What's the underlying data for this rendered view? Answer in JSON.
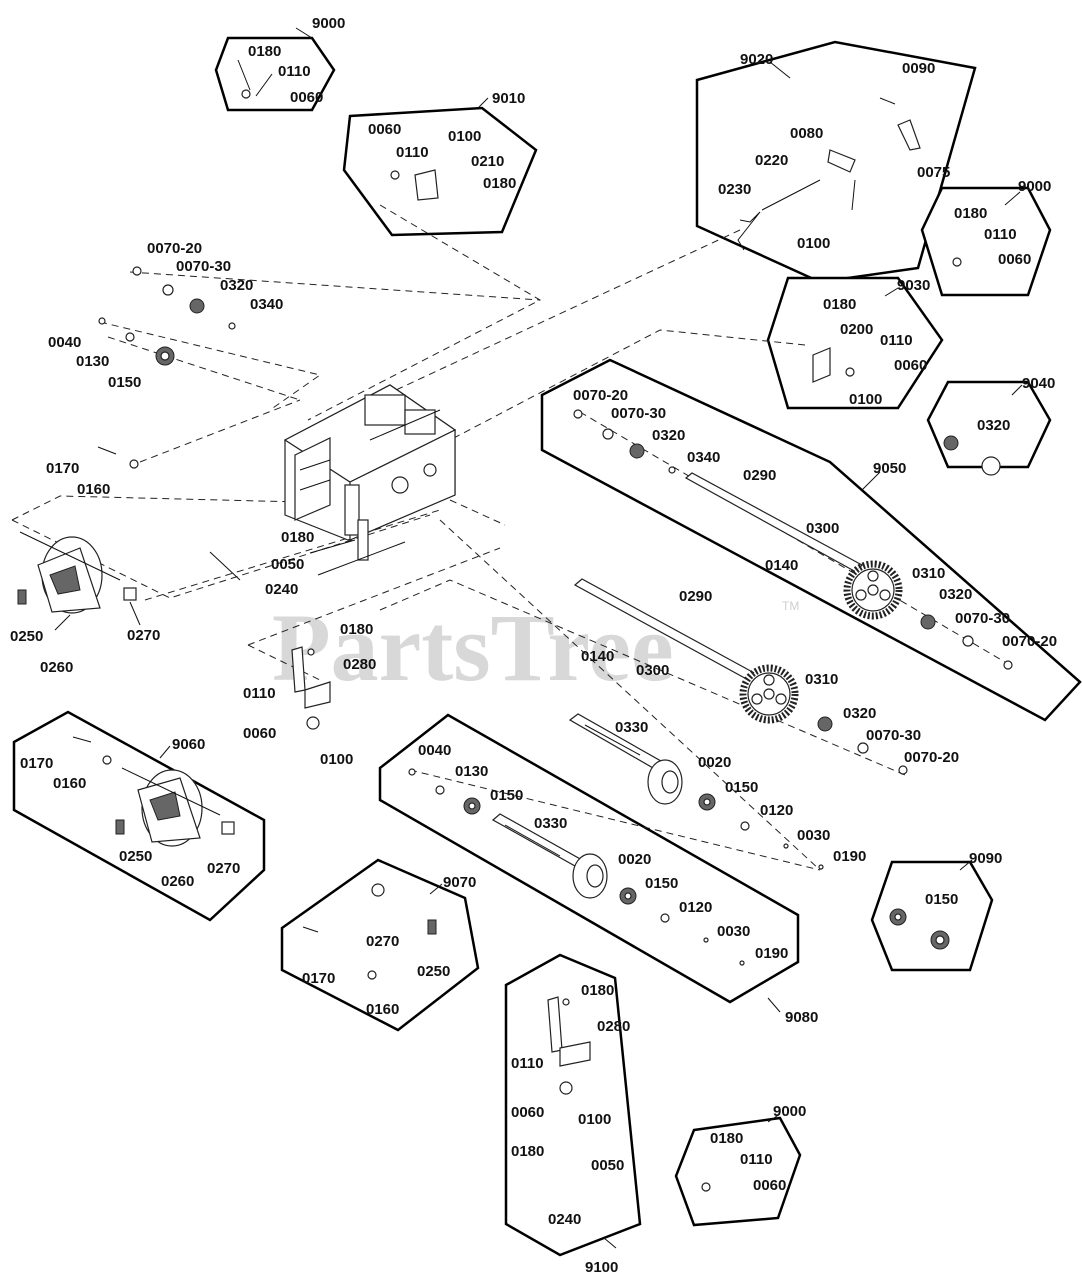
{
  "watermark": {
    "text": "PartsTree",
    "trademark": "TM"
  },
  "kits": [
    {
      "id": "kit-9000-top",
      "label": "9000",
      "parts": [
        "0180",
        "0110",
        "0060"
      ]
    },
    {
      "id": "kit-9010",
      "label": "9010",
      "parts": [
        "0060",
        "0110",
        "0100",
        "0210",
        "0180"
      ]
    },
    {
      "id": "kit-9020",
      "label": "9020",
      "parts": [
        "0090",
        "0080",
        "0220",
        "0075",
        "0230",
        "0100"
      ]
    },
    {
      "id": "kit-9000-right",
      "label": "9000",
      "parts": [
        "0180",
        "0110",
        "0060"
      ]
    },
    {
      "id": "kit-9030",
      "label": "9030",
      "parts": [
        "0180",
        "0200",
        "0110",
        "0060",
        "0100"
      ]
    },
    {
      "id": "kit-9040",
      "label": "9040",
      "parts": [
        "0320"
      ]
    },
    {
      "id": "kit-9050",
      "label": "9050",
      "parts": [
        "0070-20",
        "0070-30",
        "0320",
        "0340",
        "0290",
        "0300",
        "0140",
        "0310",
        "0320",
        "0070-30",
        "0070-20"
      ]
    },
    {
      "id": "kit-9060",
      "label": "9060",
      "parts": [
        "0170",
        "0160",
        "0250",
        "0260",
        "0270"
      ]
    },
    {
      "id": "kit-9070",
      "label": "9070",
      "parts": [
        "0270",
        "0250",
        "0170",
        "0160"
      ]
    },
    {
      "id": "kit-9080",
      "label": "9080",
      "parts": [
        "0040",
        "0130",
        "0150",
        "0330",
        "0020",
        "0150",
        "0120",
        "0030",
        "0190"
      ]
    },
    {
      "id": "kit-9090",
      "label": "9090",
      "parts": [
        "0150"
      ]
    },
    {
      "id": "kit-9100",
      "label": "9100",
      "parts": [
        "0180",
        "0280",
        "0110",
        "0100",
        "0060",
        "0180",
        "0050",
        "0240"
      ]
    },
    {
      "id": "kit-9000-bottom",
      "label": "9000",
      "parts": [
        "0180",
        "0110",
        "0060"
      ]
    }
  ],
  "labels": [
    "9000",
    "0180",
    "0110",
    "0060",
    "9010",
    "0060",
    "0110",
    "0100",
    "0210",
    "0180",
    "9020",
    "0090",
    "0080",
    "0220",
    "0075",
    "0230",
    "0100",
    "9000",
    "0180",
    "0110",
    "0060",
    "9030",
    "0180",
    "0200",
    "0110",
    "0060",
    "0100",
    "9040",
    "0320",
    "0070-20",
    "0070-30",
    "0320",
    "0340",
    "0040",
    "0130",
    "0150",
    "0170",
    "0160",
    "0250",
    "0270",
    "0260",
    "0180",
    "0050",
    "0240",
    "0070-20",
    "0070-30",
    "0320",
    "0340",
    "0290",
    "0300",
    "0140",
    "9050",
    "0310",
    "0320",
    "0070-30",
    "0070-20",
    "0180",
    "0280",
    "0110",
    "0060",
    "0100",
    "0290",
    "0140",
    "0300",
    "0310",
    "0320",
    "0070-30",
    "0070-20",
    "0330",
    "0040",
    "0130",
    "0150",
    "0020",
    "0150",
    "0120",
    "0030",
    "0190",
    "0330",
    "0020",
    "0150",
    "0120",
    "0030",
    "0190",
    "9080",
    "9060",
    "0170",
    "0160",
    "0250",
    "0260",
    "0270",
    "9070",
    "0270",
    "0250",
    "0170",
    "0160",
    "9090",
    "0150",
    "9100",
    "0180",
    "0280",
    "0110",
    "0100",
    "0060",
    "0180",
    "0050",
    "0240",
    "9000",
    "0180",
    "0110",
    "0060"
  ]
}
